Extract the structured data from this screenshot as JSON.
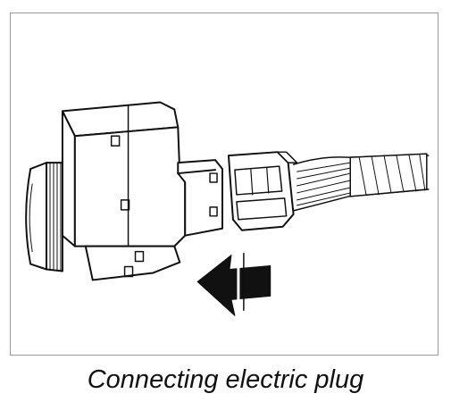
{
  "caption": "Connecting electric plug",
  "illustration": {
    "style": "black line drawing on white",
    "arrow_direction": "left",
    "parts": [
      "switch-housing",
      "electric-plug",
      "wire-harness"
    ]
  }
}
